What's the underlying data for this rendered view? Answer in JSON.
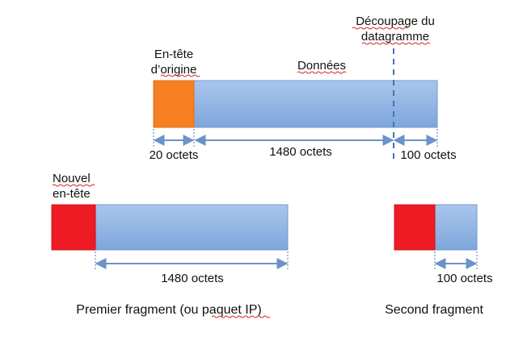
{
  "colors": {
    "data_fill_top": "#a9c6ec",
    "data_fill_bottom": "#7ea6dc",
    "data_stroke": "#6f98cf",
    "original_header": "#f57f21",
    "new_header": "#ee1b24",
    "arrow": "#6a93c9",
    "cut_line": "#3f76b5"
  },
  "datagram": {
    "header_label_line1": "En-tête",
    "header_label_line2": "d’origine",
    "data_label": "Données",
    "cut_label_line1": "Découpage du",
    "cut_label_line2": "datagramme",
    "header_size": "20 octets",
    "first_part_size": "1480 octets",
    "second_part_size": "100 octets"
  },
  "first_fragment": {
    "new_header_label_line1": "Nouvel",
    "new_header_label_line2": "en-tête",
    "size": "1480 octets",
    "caption": "Premier fragment (ou paquet IP)"
  },
  "second_fragment": {
    "size": "100 octets",
    "caption": "Second fragment"
  }
}
